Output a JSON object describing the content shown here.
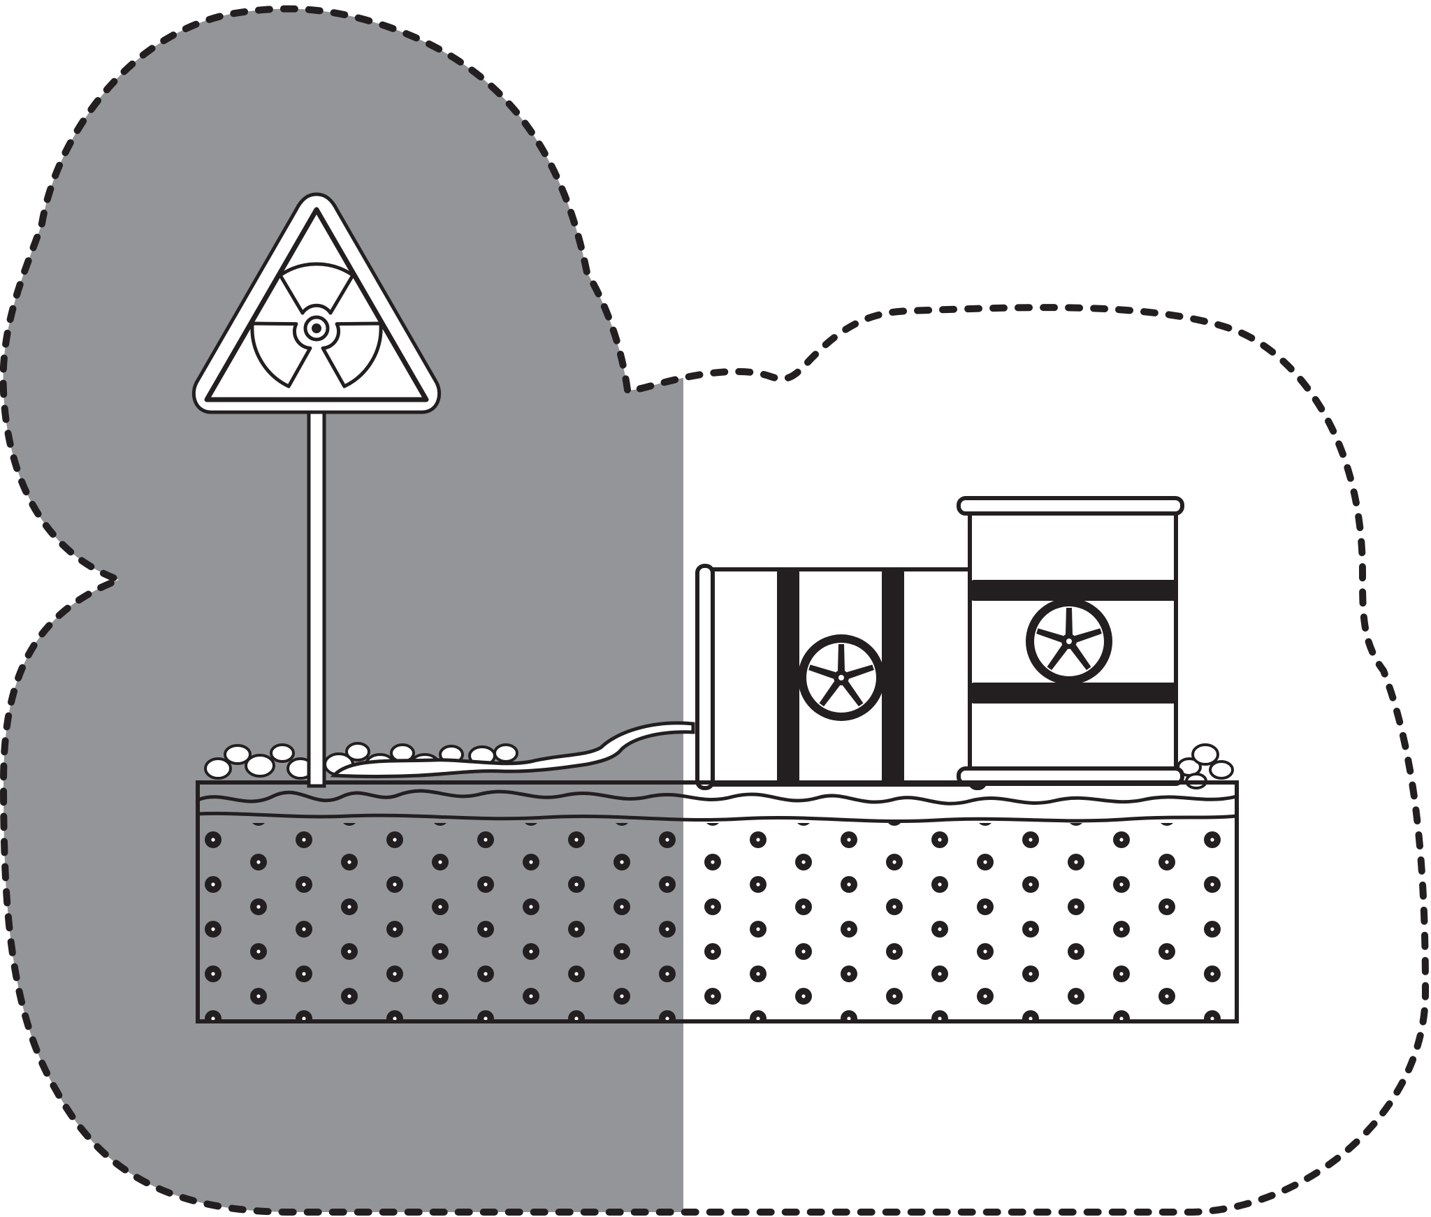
{
  "illustration": {
    "subject": "radioactive-waste-sticker",
    "colors": {
      "background": "#ffffff",
      "line": "#231f20",
      "shade": "#939598",
      "outline_dash": "#231f20"
    },
    "icons": [
      "radiation-warning-sign-icon",
      "radiation-trefoil-icon",
      "barrel-icon",
      "soil-icon"
    ],
    "barrels": [
      {
        "orientation": "horizontal"
      },
      {
        "orientation": "upright"
      }
    ],
    "text": []
  }
}
